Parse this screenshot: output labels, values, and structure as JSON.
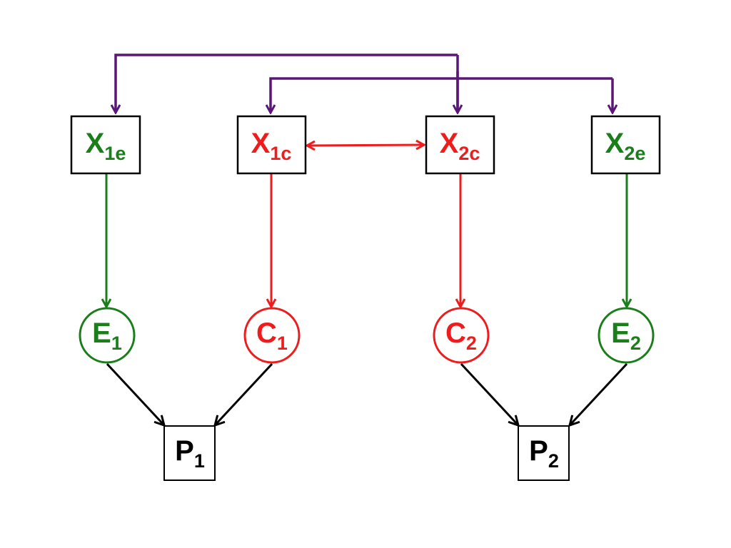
{
  "colors": {
    "green": "#1a7f1a",
    "red": "#ee1c1c",
    "black": "#000000",
    "purple": "#5b1777"
  },
  "nodes": {
    "x1e": {
      "main": "X",
      "sub": "1e"
    },
    "x1c": {
      "main": "X",
      "sub": "1c"
    },
    "x2c": {
      "main": "X",
      "sub": "2c"
    },
    "x2e": {
      "main": "X",
      "sub": "2e"
    },
    "e1": {
      "main": "E",
      "sub": "1"
    },
    "c1": {
      "main": "C",
      "sub": "1"
    },
    "c2": {
      "main": "C",
      "sub": "2"
    },
    "e2": {
      "main": "E",
      "sub": "2"
    },
    "p1": {
      "main": "P",
      "sub": "1"
    },
    "p2": {
      "main": "P",
      "sub": "2"
    }
  }
}
